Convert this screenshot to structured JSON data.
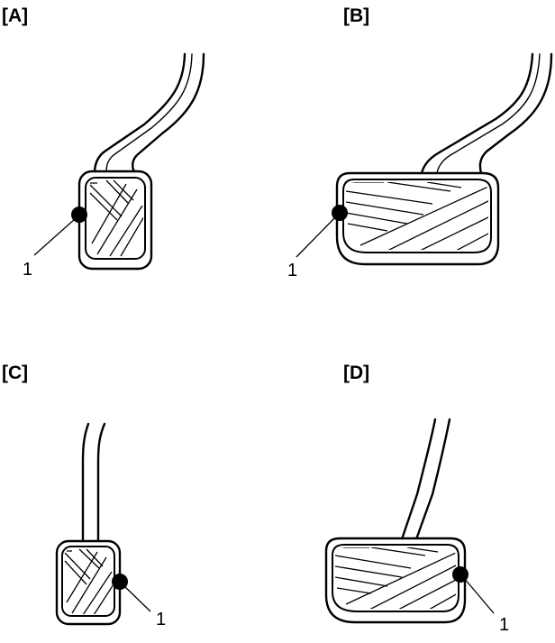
{
  "figure": {
    "panels": [
      {
        "label": "[A]",
        "callout": "1"
      },
      {
        "label": "[B]",
        "callout": "1"
      },
      {
        "label": "[C]",
        "callout": "1"
      },
      {
        "label": "[D]",
        "callout": "1"
      }
    ]
  }
}
